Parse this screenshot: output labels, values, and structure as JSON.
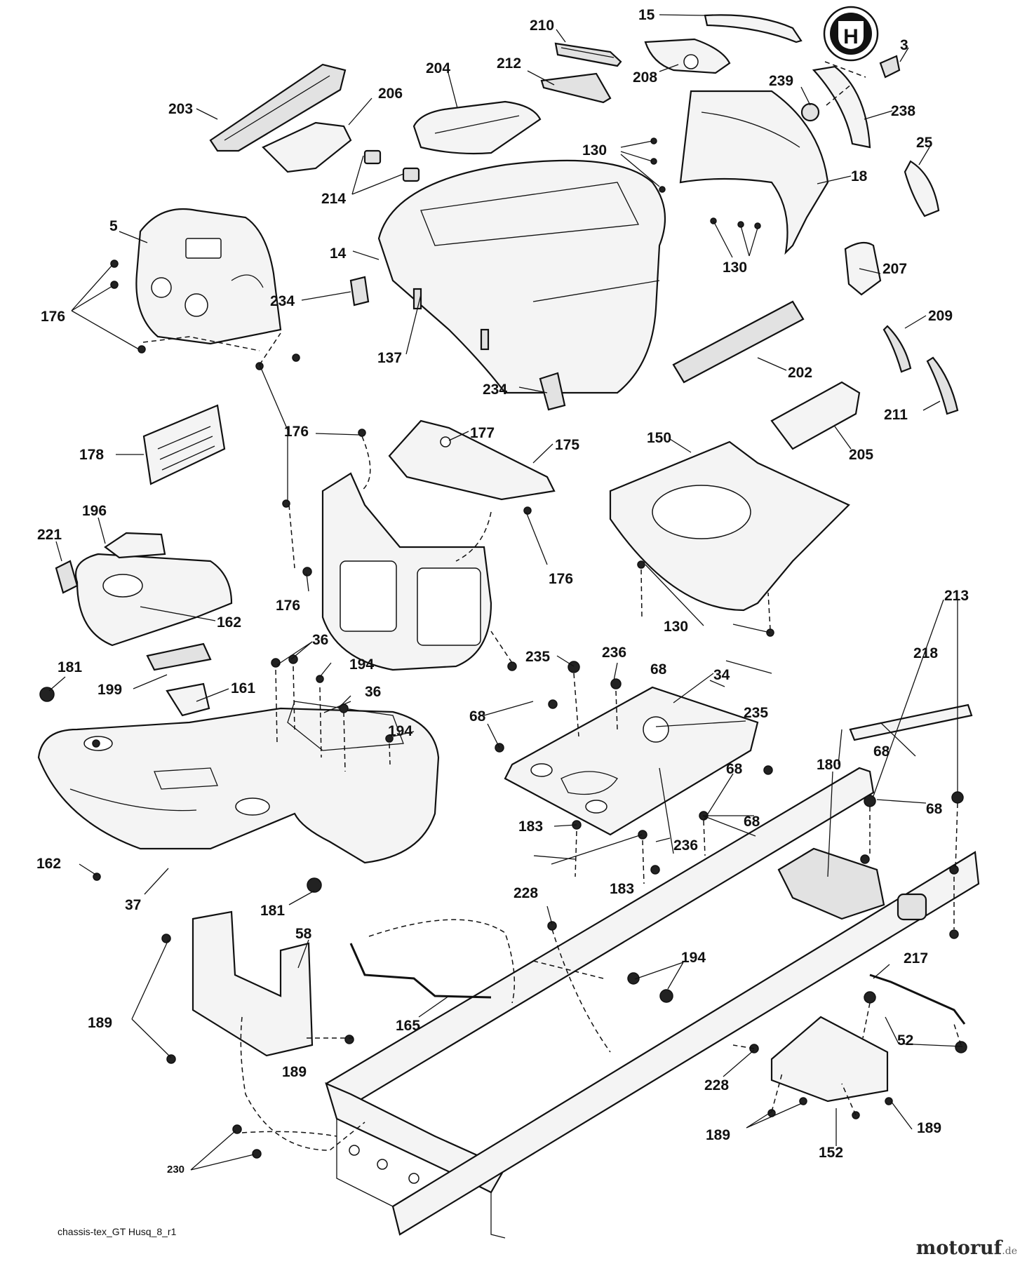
{
  "diagram": {
    "footer_code": "chassis-tex_GT Husq_8_r1",
    "watermark": {
      "name": "motoruf",
      "tld": ".de"
    },
    "logo_text": "H"
  },
  "callouts": [
    "15",
    "3",
    "210",
    "208",
    "204",
    "212",
    "239",
    "238",
    "203",
    "206",
    "130",
    "25",
    "18",
    "214",
    "5",
    "14",
    "130",
    "207",
    "234",
    "176",
    "137",
    "209",
    "202",
    "234",
    "211",
    "176",
    "177",
    "175",
    "178",
    "150",
    "205",
    "196",
    "221",
    "176",
    "176",
    "162",
    "130",
    "36",
    "213",
    "181",
    "194",
    "235",
    "236",
    "68",
    "218",
    "199",
    "161",
    "36",
    "34",
    "68",
    "194",
    "235",
    "68",
    "180",
    "68",
    "68",
    "183",
    "162",
    "68",
    "236",
    "37",
    "183",
    "181",
    "228",
    "58",
    "194",
    "217",
    "189",
    "165",
    "52",
    "189",
    "228",
    "189",
    "189",
    "152",
    "230"
  ]
}
